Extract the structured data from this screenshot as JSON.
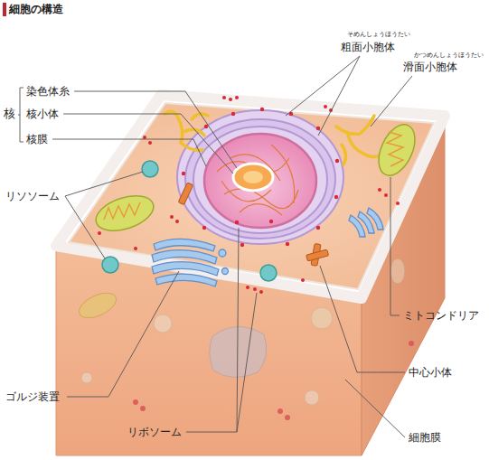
{
  "diagram": {
    "title": "細胞の構造",
    "labels": [
      "そめんしょうほうたい",
      "粗面小胞体",
      "かつめんしょうほうたい",
      "滑面小胞体",
      "核",
      "染色体糸",
      "核小体",
      "核膜",
      "リソソーム",
      "ミトコンドリア",
      "ゴルジ装置",
      "中心小体",
      "リボソーム",
      "細胞膜"
    ]
  }
}
